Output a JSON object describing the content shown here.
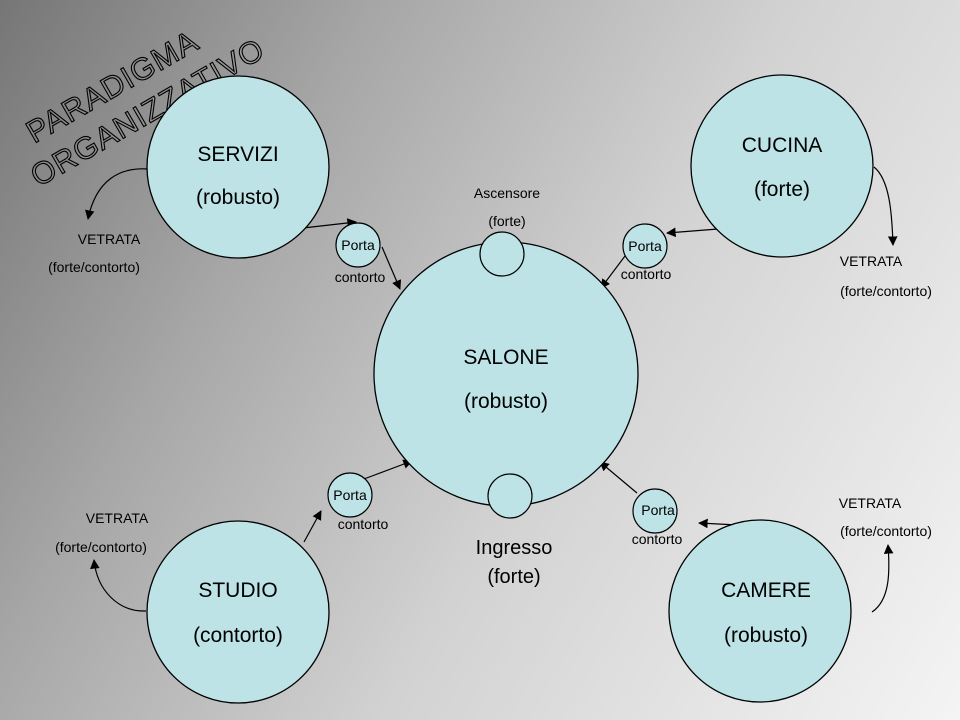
{
  "title": {
    "line1": "PARADIGMA",
    "line2": "ORGANIZZATIVO"
  },
  "nodes": {
    "servizi": {
      "name": "SERVIZI",
      "quality": "(robusto)"
    },
    "cucina": {
      "name": "CUCINA",
      "quality": "(forte)"
    },
    "salone": {
      "name": "SALONE",
      "quality": "(robusto)"
    },
    "studio": {
      "name": "STUDIO",
      "quality": "(contorto)"
    },
    "camere": {
      "name": "CAMERE",
      "quality": "(robusto)"
    }
  },
  "doors": {
    "servizi": {
      "label": "Porta",
      "quality": "contorto"
    },
    "cucina": {
      "label": "Porta",
      "quality": "contorto"
    },
    "studio": {
      "label": "Porta",
      "quality": "contorto"
    },
    "camere": {
      "label": "Porta",
      "quality": "contorto"
    }
  },
  "windows": {
    "servizi": {
      "label": "VETRATA",
      "quality": "(forte/contorto)"
    },
    "cucina": {
      "label": "VETRATA",
      "quality": "(forte/contorto)"
    },
    "studio": {
      "label": "VETRATA",
      "quality": "(forte/contorto)"
    },
    "camere": {
      "label": "VETRATA",
      "quality": "(forte/contorto)"
    }
  },
  "lift": {
    "label": "Ascensore",
    "quality": "(forte)"
  },
  "entrance": {
    "label": "Ingresso",
    "quality": "(forte)"
  },
  "colors": {
    "circle_fill": "#bde3e6",
    "stroke": "#000000"
  }
}
